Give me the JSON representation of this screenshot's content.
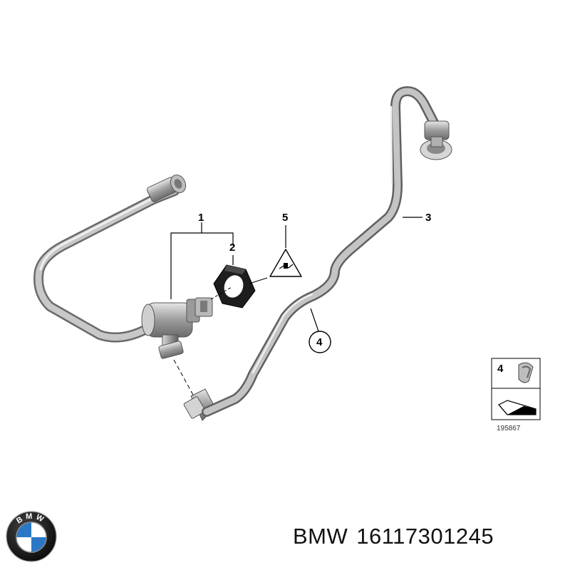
{
  "callouts": {
    "part_1": "1",
    "part_2": "2",
    "part_3": "3",
    "part_4": "4",
    "part_5": "5"
  },
  "inset": {
    "label": "4",
    "code": "195867"
  },
  "logo": {
    "text": "BMW"
  },
  "caption": {
    "brand": "BMW",
    "part_number": "16117301245"
  },
  "colors": {
    "bmw_blue": "#2a78c4",
    "pipe_gray": "#9a9a9a",
    "ink": "#000000"
  }
}
